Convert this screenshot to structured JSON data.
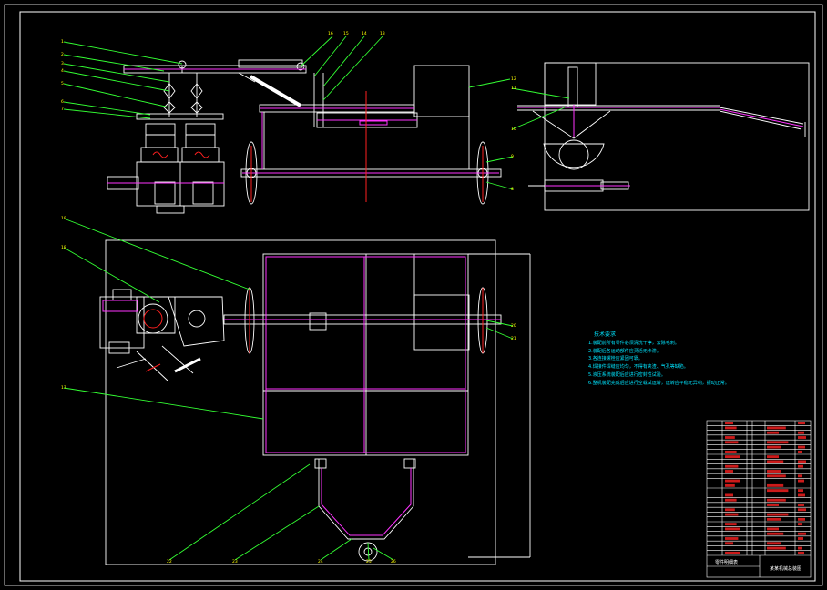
{
  "title_block": {
    "table_title": "零件明细表",
    "drawing_name": "某某机械总装图"
  },
  "technical_requirements": {
    "heading": "技术要求",
    "lines": [
      "1.装配前所有零件必须清洗干净，去除毛刺。",
      "2.装配后各运动部件应灵活无卡滞。",
      "3.各连接螺栓应紧固可靠。",
      "4.焊接件焊缝应均匀，不得有夹渣、气孔等缺陷。",
      "5.液压系统装配后应进行密封性试验。",
      "6.整机装配完成后应进行空载试运转，运转应平稳无异响，振动正常。"
    ]
  },
  "balloons": [
    "1",
    "2",
    "3",
    "4",
    "5",
    "6",
    "7",
    "16",
    "15",
    "14",
    "13",
    "12",
    "11",
    "10",
    "9",
    "8",
    "19",
    "18",
    "17",
    "20",
    "21",
    "22",
    "23",
    "24",
    "25",
    "26"
  ],
  "colors": {
    "outline": "#ffffff",
    "leader": "#33ff33",
    "profile": "#ff33ff",
    "centerline": "#ff2020",
    "note_text": "#00e5ff",
    "balloon_text": "#ffff00"
  }
}
